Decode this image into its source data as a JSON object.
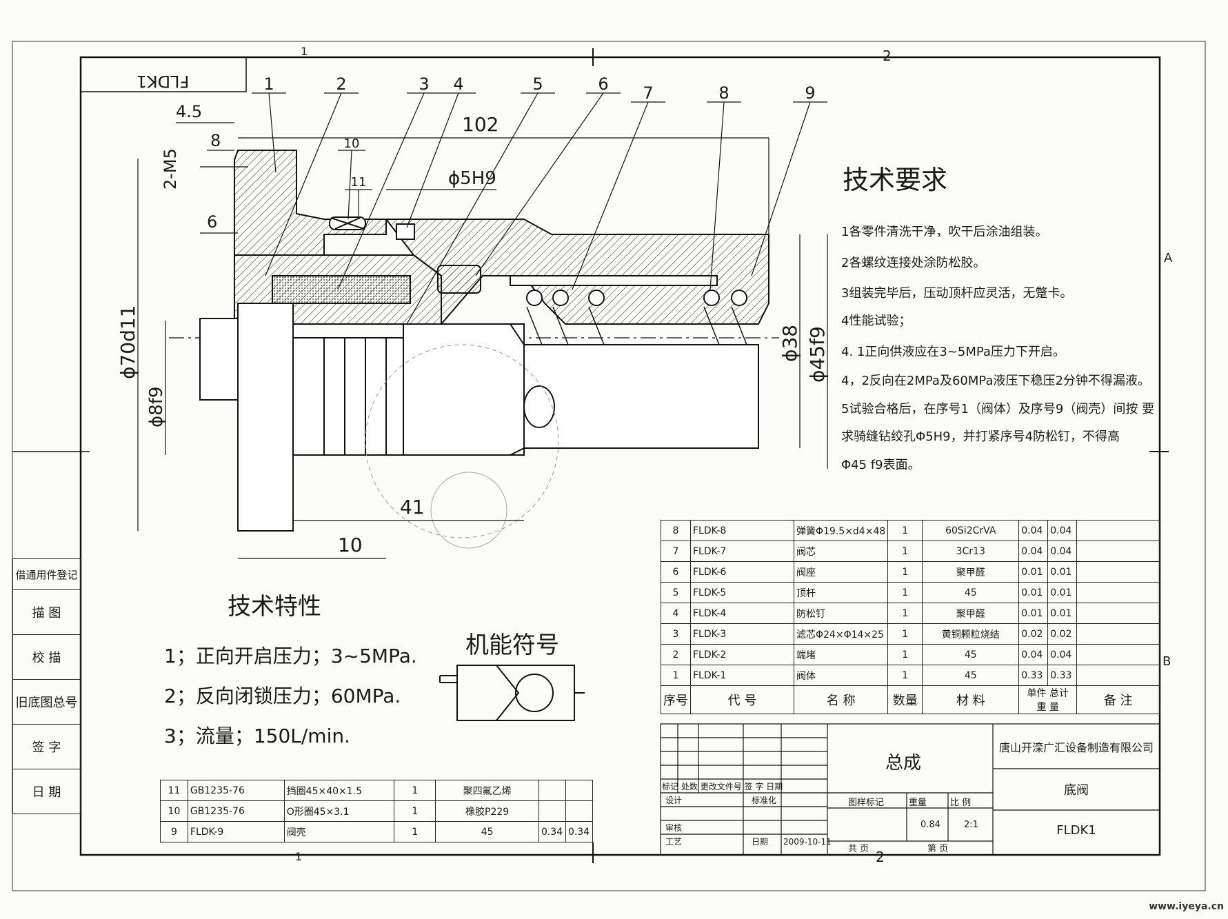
{
  "drawing_code": "FLDK1",
  "zone_numbers": {
    "top_1": "1",
    "top_2": "2",
    "bottom_1": "1",
    "bottom_2": "2",
    "right_a": "A",
    "right_b": "B"
  },
  "balloons": [
    "1",
    "2",
    "3",
    "4",
    "5",
    "6",
    "7",
    "8",
    "9",
    "10",
    "11"
  ],
  "dimensions": {
    "d4_5": "4.5",
    "d8": "8",
    "d2m5": "2-M5",
    "d6": "6",
    "d102": "102",
    "d5h9": "ϕ5H9",
    "d70d11": "ϕ70d11",
    "d8f9": "ϕ8f9",
    "d38": "ϕ38",
    "d45f9": "ϕ45f9",
    "d41": "41",
    "d10": "10"
  },
  "tech_requirements": {
    "title": "技术要求",
    "lines": [
      "1各零件清洗干净，吹干后涂油组装。",
      "2各螺纹连接处涂防松胶。",
      "3组装完毕后，压动顶杆应灵活，无蹩卡。",
      "4性能试验；",
      "4. 1正向供液应在3~5MPa压力下开启。",
      "4，2反向在2MPa及60MPa液压下稳压2分钟不得漏液。",
      "5试验合格后，在序号1（阀体）及序号9（阀壳）间按 要",
      "求骑缝钻绞孔Φ5H9，并打紧序号4防松钉，不得高",
      "Φ45 f9表面。"
    ]
  },
  "tech_specs": {
    "title": "技术特性",
    "lines": [
      "1；正向开启压力；3~5MPa.",
      "2；反向闭锁压力；60MPa.",
      "3；流量；150L/min."
    ]
  },
  "symbol_title": "机能符号",
  "side_panel": [
    "借通用件登记",
    "描 图",
    "校 描",
    "旧底图总号",
    "签 字",
    "日 期"
  ],
  "bom_main": {
    "rows": [
      [
        "8",
        "FLDK-8",
        "弹簧Φ19.5×d4×48",
        "1",
        "60Si2CrVA",
        "0.04",
        "0.04",
        ""
      ],
      [
        "7",
        "FLDK-7",
        "阀芯",
        "1",
        "3Cr13",
        "0.04",
        "0.04",
        ""
      ],
      [
        "6",
        "FLDK-6",
        "阀座",
        "1",
        "聚甲醛",
        "0.01",
        "0.01",
        ""
      ],
      [
        "5",
        "FLDK-5",
        "顶杆",
        "1",
        "45",
        "0.01",
        "0.01",
        ""
      ],
      [
        "4",
        "FLDK-4",
        "防松钉",
        "1",
        "聚甲醛",
        "0.01",
        "0.01",
        ""
      ],
      [
        "3",
        "FLDK-3",
        "滤芯Φ24×Φ14×25",
        "1",
        "黄铜颗粒烧结",
        "0.02",
        "0.02",
        ""
      ],
      [
        "2",
        "FLDK-2",
        "端堵",
        "1",
        "45",
        "0.04",
        "0.04",
        ""
      ],
      [
        "1",
        "FLDK-1",
        "阀体",
        "1",
        "45",
        "0.33",
        "0.33",
        ""
      ]
    ],
    "header": {
      "no": "序号",
      "code": "代 号",
      "name": "名 称",
      "qty": "数量",
      "material": "材 料",
      "unit": "单件",
      "total": "总计",
      "weight": "重 量",
      "remark": "备 注"
    }
  },
  "bom_lower": {
    "rows": [
      [
        "11",
        "GB1235-76",
        "挡圈45×40×1.5",
        "1",
        "聚四氟乙烯",
        "",
        ""
      ],
      [
        "10",
        "GB1235-76",
        "O形圈45×3.1",
        "1",
        "橡胶P229",
        "",
        ""
      ],
      [
        "9",
        "FLDK-9",
        "阀壳",
        "1",
        "45",
        "0.34",
        "0.34"
      ]
    ]
  },
  "title_block": {
    "assembly": "总成",
    "company": "唐山开滦广汇设备制造有限公司",
    "part_name": "底阀",
    "code": "FLDK1",
    "marks": [
      "标记",
      "处数",
      "更改文件号",
      "签 字",
      "日期"
    ],
    "design": "设计",
    "standard": "标准化",
    "review": "审核",
    "process": "工艺",
    "date_label": "日期",
    "date": "2009-10-11",
    "pattern": "图样标记",
    "weight_label": "重量",
    "scale_label": "比 例",
    "weight": "0.84",
    "scale": "2:1",
    "total_pages": "共 页",
    "page": "第 页"
  },
  "watermark": "www.iyeya.cn"
}
